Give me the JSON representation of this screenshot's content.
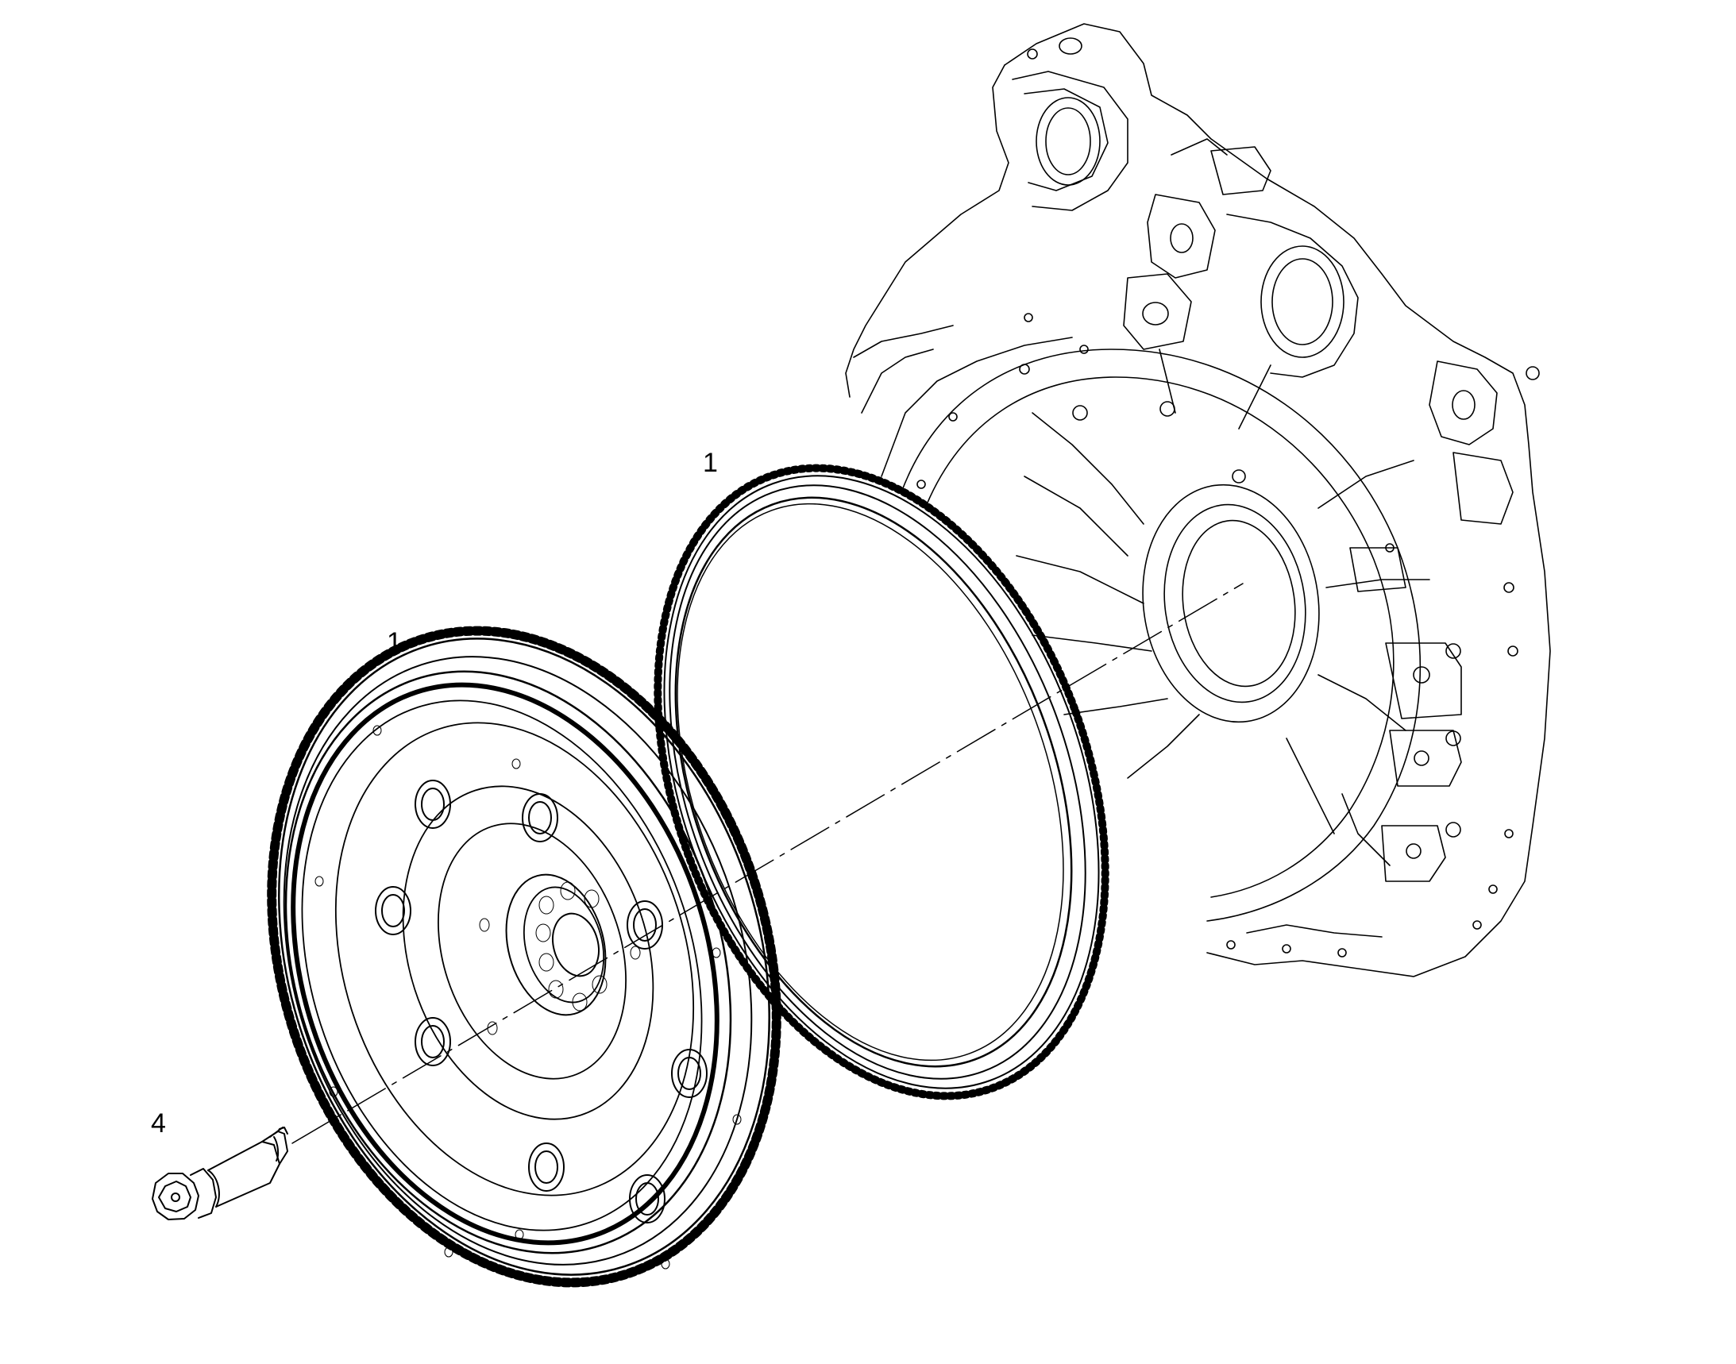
{
  "callouts": {
    "ring_gear": "1",
    "flywheel": "1",
    "bolt": "4"
  }
}
